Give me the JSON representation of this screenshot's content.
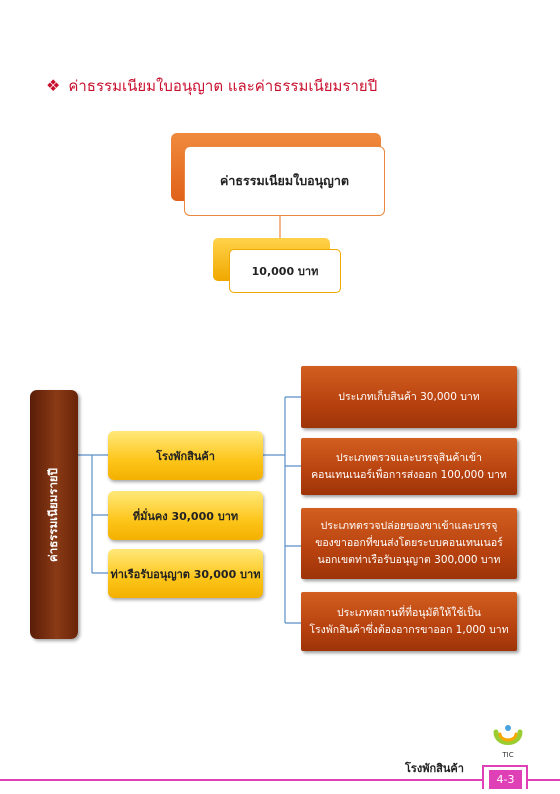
{
  "heading": {
    "bullet": "❖",
    "text": "ค่าธรรมเนียมใบอนุญาต และค่าธรรมเนียมรายปี"
  },
  "license": {
    "label": "ค่าธรรมเนียมใบอนุญาต",
    "fee": "10,000  บาท"
  },
  "annual": {
    "label": "ค่าธรรมเนียมรายปี",
    "categories": [
      {
        "label": "โรงพักสินค้า"
      },
      {
        "label": "ที่มั่นคง 30,000 บาท"
      },
      {
        "label": "ท่าเรือรับอนุญาต 30,000 บาท"
      }
    ],
    "warehouse_types": [
      {
        "line1": "ประเภทเก็บสินค้า 30,000 บาท",
        "line2": "",
        "line3": ""
      },
      {
        "line1": "ประเภทตรวจและบรรจุสินค้าเข้า",
        "line2": "คอนเทนเนอร์เพื่อการส่งออก 100,000 บาท",
        "line3": ""
      },
      {
        "line1": "ประเภทตรวจปล่อยของขาเข้าและบรรจุ",
        "line2": "ของขาออกที่ขนส่งโดยระบบคอนเทนเนอร์",
        "line3": "นอกเขตท่าเรือรับอนุญาต 300,000 บาท"
      },
      {
        "line1": "ประเภทสถานที่ที่อนุมัติให้ใช้เป็น",
        "line2": "โรงพักสินค้าซึ่งต้องอากรขาออก 1,000 บาท",
        "line3": ""
      }
    ]
  },
  "footer": {
    "section": "โรงพักสินค้า",
    "page": "4-3",
    "logo_text": "TIC"
  },
  "colors": {
    "heading": "#c8102e",
    "orange": "#e0621a",
    "gold": "#fdc51a",
    "brown": "#6a2409",
    "connector": "#5b8fc7",
    "footer": "#e040b5"
  }
}
